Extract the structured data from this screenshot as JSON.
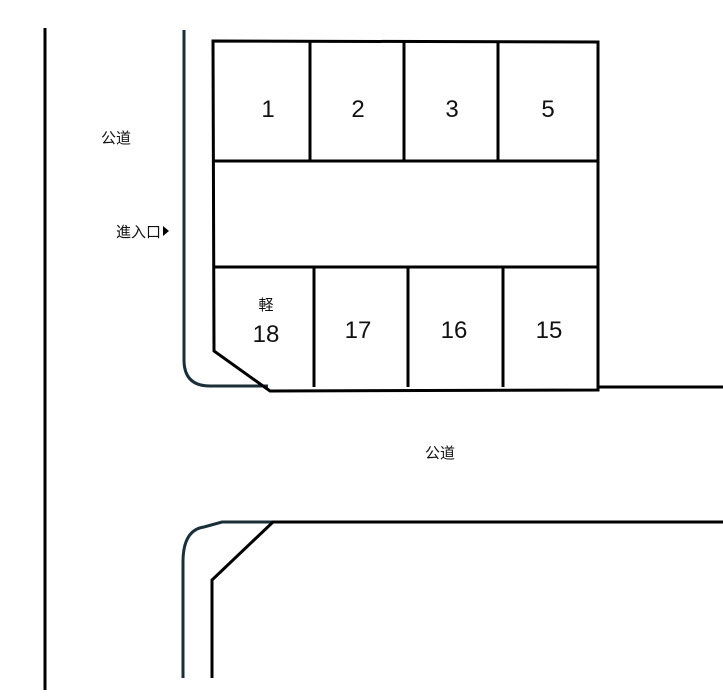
{
  "colors": {
    "line": "#000000",
    "curb": "#1a2f38",
    "text": "#111111",
    "background": "#ffffff"
  },
  "labels": {
    "road_left": "公道",
    "entrance": "進入口",
    "road_bottom": "公道",
    "kei_marker": "軽"
  },
  "spaces": {
    "top_row": [
      "1",
      "2",
      "3",
      "5"
    ],
    "bottom_row": [
      "18",
      "17",
      "16",
      "15"
    ]
  },
  "icons": {
    "entrance_arrow": "triangle-right-icon"
  }
}
